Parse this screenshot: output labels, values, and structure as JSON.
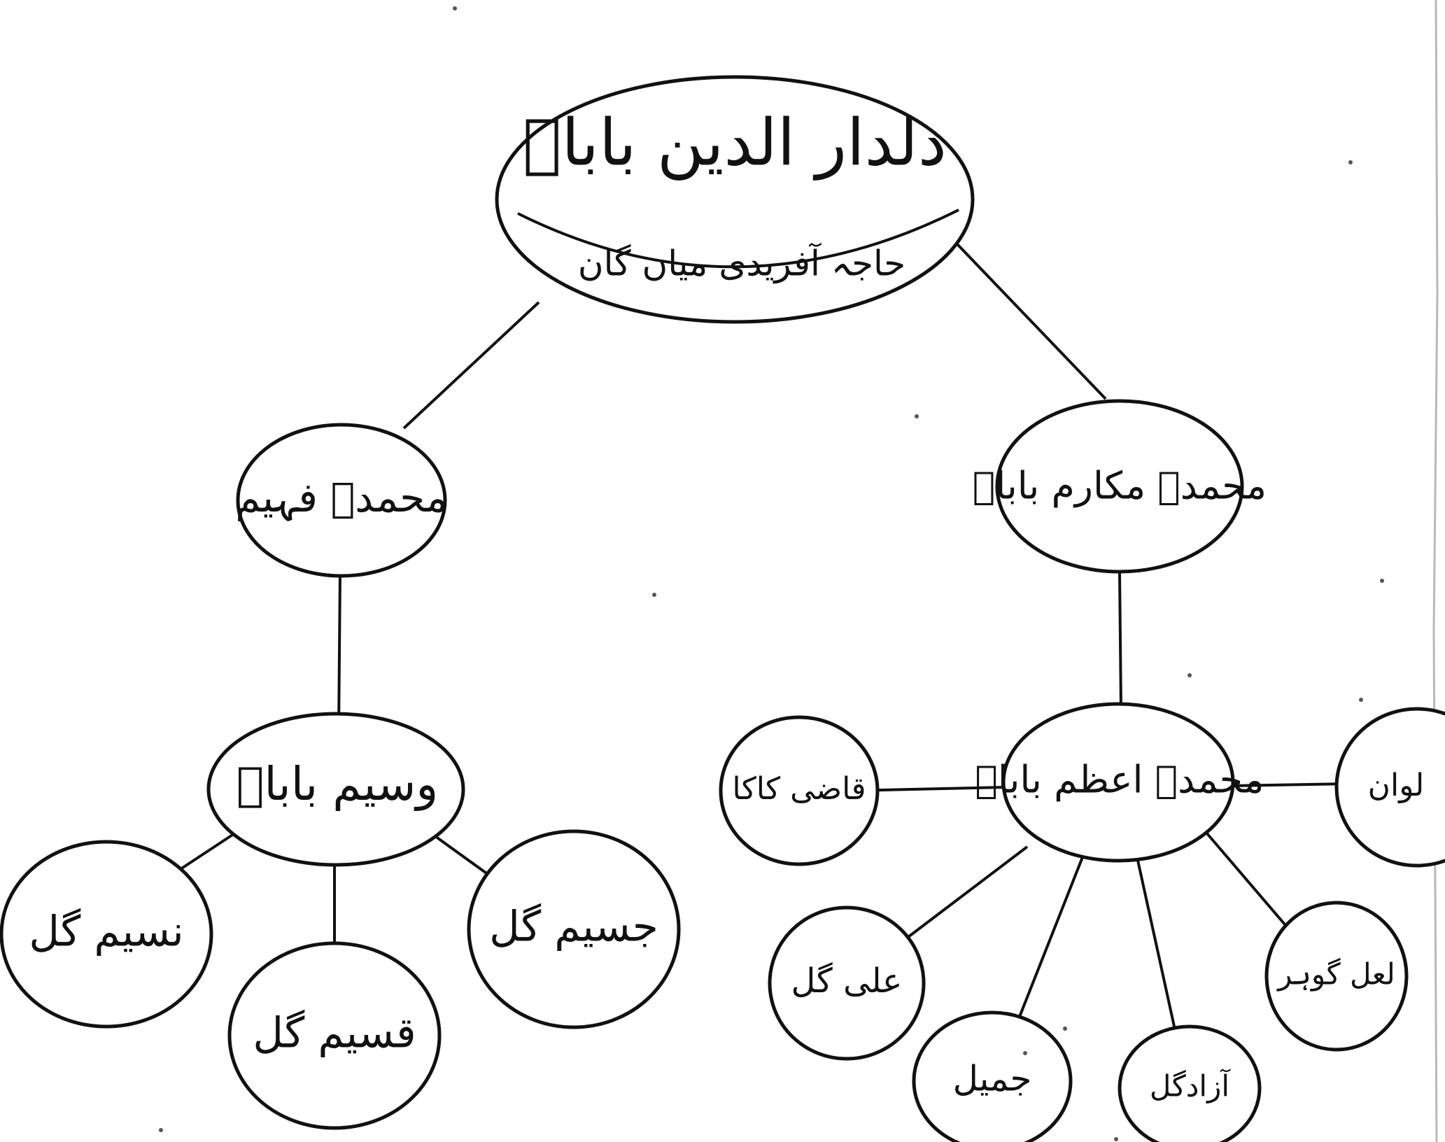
{
  "diagram": {
    "type": "family-tree",
    "ink_color": "#111111",
    "background": "#ffffff",
    "nodes": [
      {
        "id": "root",
        "label": "دلدار الدین باباؒ",
        "sublabel": "حاجہ آفریدی میاں گان"
      },
      {
        "id": "faheem",
        "label": "محمدؐ فہیم"
      },
      {
        "id": "mukarram",
        "label": "محمدؐ مکارم باباؒ"
      },
      {
        "id": "waseem",
        "label": "وسیم باباؒ"
      },
      {
        "id": "azam",
        "label": "محمدؐ اعظم باباؒ"
      },
      {
        "id": "naseem",
        "label": "نسیم گل"
      },
      {
        "id": "qaseem",
        "label": "قسیم گل"
      },
      {
        "id": "jaseem",
        "label": "جسیم گل"
      },
      {
        "id": "qazi",
        "label": "قاضی کاکا"
      },
      {
        "id": "aligul",
        "label": "علی گل"
      },
      {
        "id": "jamil",
        "label": "جمیل"
      },
      {
        "id": "azadgul",
        "label": "آزادگل"
      },
      {
        "id": "laalgohar",
        "label": "لعل گوہر"
      },
      {
        "id": "lowan",
        "label": "لوان"
      }
    ],
    "edges": [
      {
        "from": "root",
        "to": "faheem"
      },
      {
        "from": "root",
        "to": "mukarram"
      },
      {
        "from": "faheem",
        "to": "waseem"
      },
      {
        "from": "mukarram",
        "to": "azam"
      },
      {
        "from": "waseem",
        "to": "naseem"
      },
      {
        "from": "waseem",
        "to": "qaseem"
      },
      {
        "from": "waseem",
        "to": "jaseem"
      },
      {
        "from": "azam",
        "to": "qazi"
      },
      {
        "from": "azam",
        "to": "aligul"
      },
      {
        "from": "azam",
        "to": "jamil"
      },
      {
        "from": "azam",
        "to": "azadgul"
      },
      {
        "from": "azam",
        "to": "laalgohar"
      },
      {
        "from": "azam",
        "to": "lowan"
      }
    ]
  }
}
